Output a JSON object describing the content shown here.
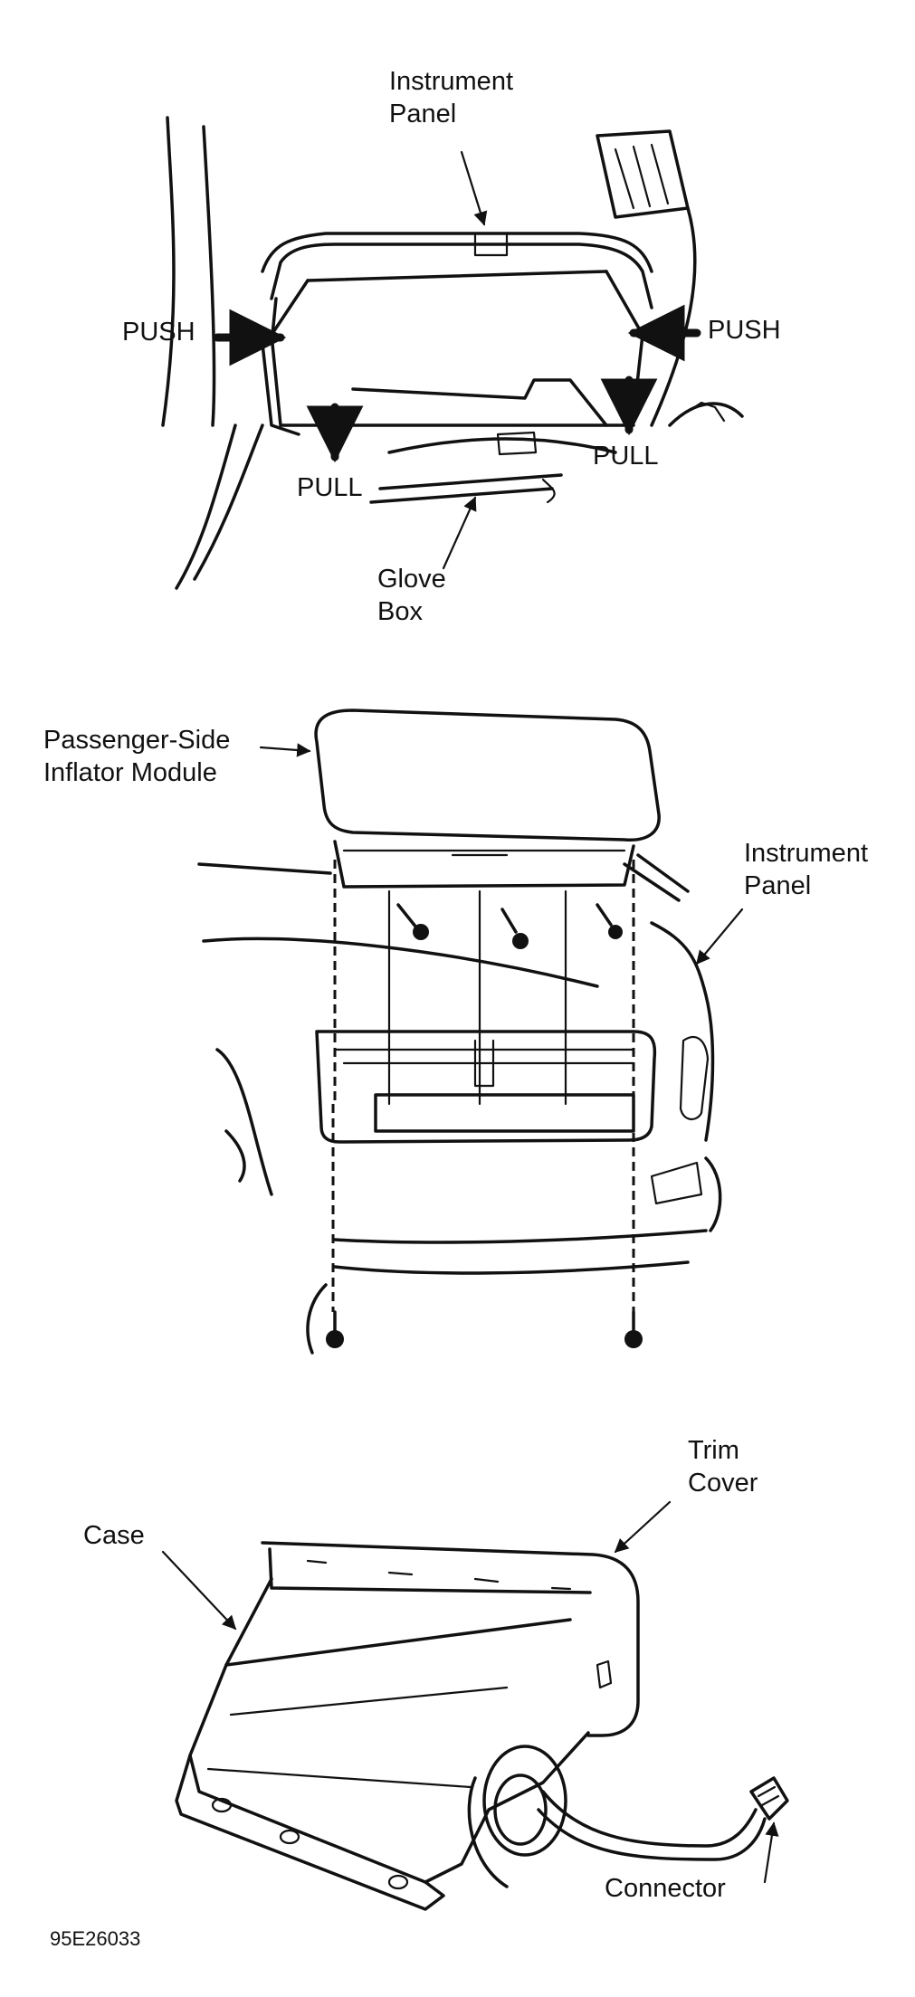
{
  "figure1": {
    "instrument_panel": [
      "Instrument",
      "Panel"
    ],
    "push_left": "PUSH",
    "push_right": "PUSH",
    "pull_left": "PULL",
    "pull_right": "PULL",
    "glove_box": [
      "Glove",
      "Box"
    ]
  },
  "figure2": {
    "inflator_module": [
      "Passenger-Side",
      "Inflator Module"
    ],
    "instrument_panel": [
      "Instrument",
      "Panel"
    ]
  },
  "figure3": {
    "trim_cover": [
      "Trim",
      "Cover"
    ],
    "case": "Case",
    "connector": "Connector"
  },
  "figure_code": "95E26033"
}
